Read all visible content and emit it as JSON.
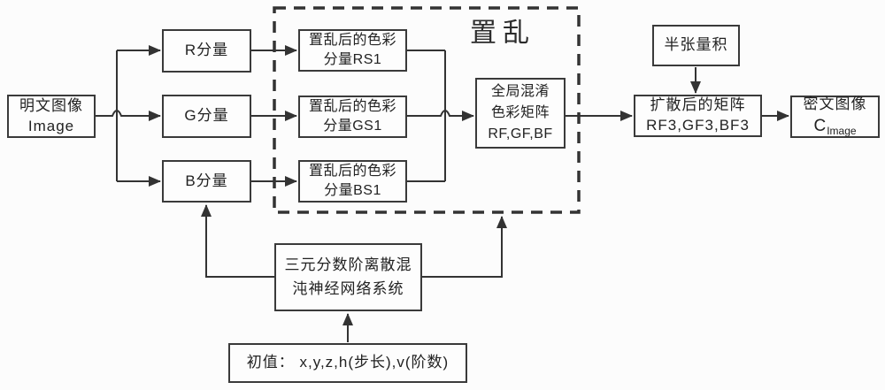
{
  "figure": {
    "colors": {
      "background": "#fcfcfc",
      "line": "#333333",
      "box_border": "#3a3a3a",
      "text": "#222222"
    },
    "scramble_group_label": "置乱",
    "nodes": {
      "plaintext": {
        "line1": "明文图像",
        "line2": "Image"
      },
      "r_component": {
        "label": "R分量"
      },
      "g_component": {
        "label": "G分量"
      },
      "b_component": {
        "label": "B分量"
      },
      "scrambled_r": {
        "line1": "置乱后的色彩",
        "line2": "分量RS1"
      },
      "scrambled_g": {
        "line1": "置乱后的色彩",
        "line2": "分量GS1"
      },
      "scrambled_b": {
        "line1": "置乱后的色彩",
        "line2": "分量BS1"
      },
      "global_mix": {
        "line1": "全局混淆",
        "line2": "色彩矩阵",
        "line3": "RF,GF,BF"
      },
      "semi_tensor": {
        "label": "半张量积"
      },
      "diffused": {
        "line1": "扩散后的矩阵",
        "line2": "RF3,GF3,BF3"
      },
      "ciphertext": {
        "line1": "密文图像",
        "symbol": "C",
        "symbol_sub": "Image"
      },
      "chaotic_system": {
        "line1": "三元分数阶离散混",
        "line2": "沌神经网络系统"
      },
      "initial_values": {
        "label": "初值： x,y,z,h(步长),v(阶数)"
      }
    }
  }
}
